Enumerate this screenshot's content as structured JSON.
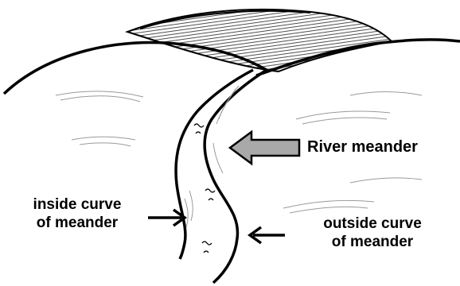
{
  "labels": {
    "river_meander": "River meander",
    "inside_curve_line1": "inside curve",
    "inside_curve_line2": "of meander",
    "outside_curve_line1": "outside curve",
    "outside_curve_line2": "of meander"
  },
  "colors": {
    "ink": "#000000",
    "block_arrow_fill": "#a9a9a9",
    "hatch": "#3a3a3a",
    "sketch": "#9a9a9a"
  }
}
